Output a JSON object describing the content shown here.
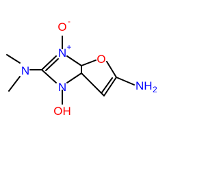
{
  "molecule": {
    "atom_labels": {
      "n_oxide": "N",
      "n_oxide_charge": "+",
      "o_minus": "O",
      "o_minus_charge": "-",
      "n_dimethyl": "N",
      "o_furan": "O",
      "n_hydroxy": "N",
      "o_hydroxy": "OH",
      "amine_n": "NH",
      "amine_sub": "2"
    },
    "colors": {
      "bond": "#000000",
      "nitrogen": "#0000ff",
      "oxygen": "#ff0000"
    }
  }
}
